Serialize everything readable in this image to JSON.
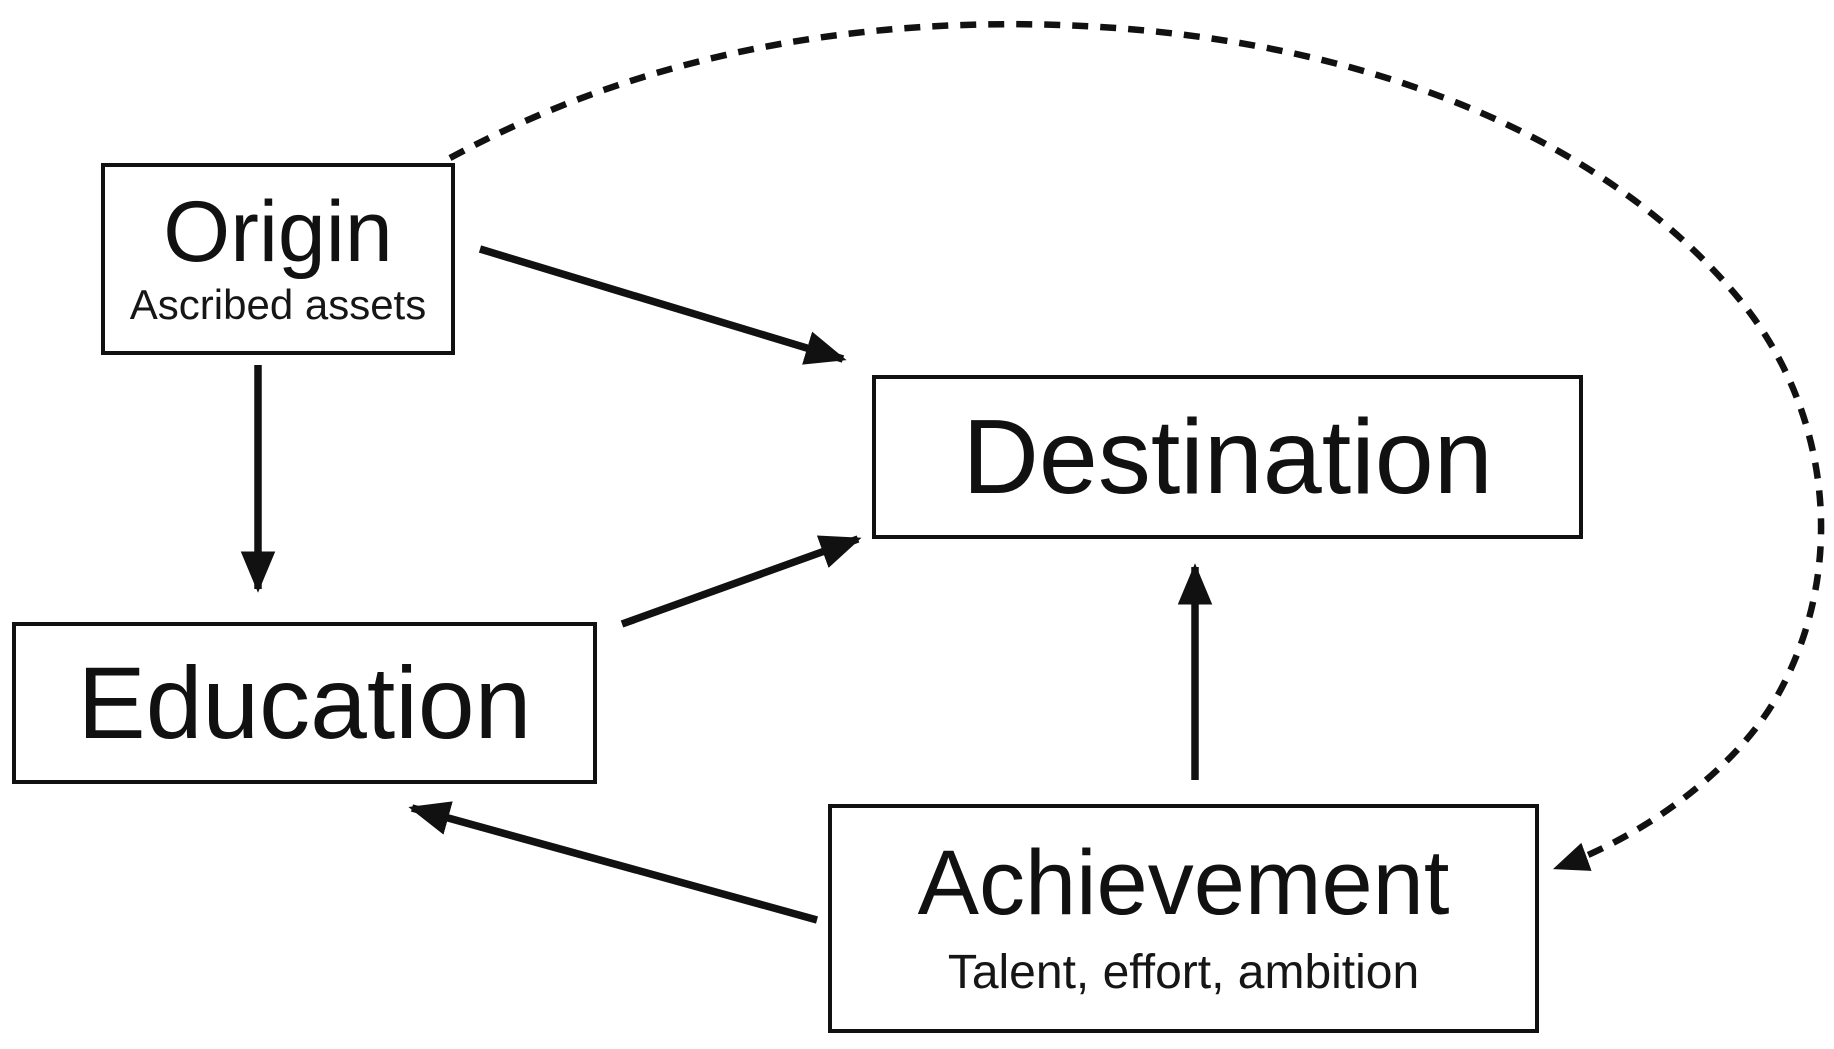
{
  "diagram": {
    "background_color": "#ffffff",
    "line_color": "#111111",
    "nodes": [
      {
        "id": "origin",
        "title": "Origin",
        "subtitle": "Ascribed assets"
      },
      {
        "id": "destination",
        "title": "Destination",
        "subtitle": ""
      },
      {
        "id": "education",
        "title": "Education",
        "subtitle": ""
      },
      {
        "id": "achievement",
        "title": "Achievement",
        "subtitle": "Talent, effort, ambition"
      }
    ],
    "edges": [
      {
        "from": "origin",
        "to": "destination",
        "style": "solid"
      },
      {
        "from": "origin",
        "to": "education",
        "style": "solid"
      },
      {
        "from": "education",
        "to": "destination",
        "style": "solid"
      },
      {
        "from": "achievement",
        "to": "destination",
        "style": "solid"
      },
      {
        "from": "achievement",
        "to": "education",
        "style": "solid"
      },
      {
        "from": "origin",
        "to": "achievement",
        "style": "dashed"
      }
    ]
  }
}
